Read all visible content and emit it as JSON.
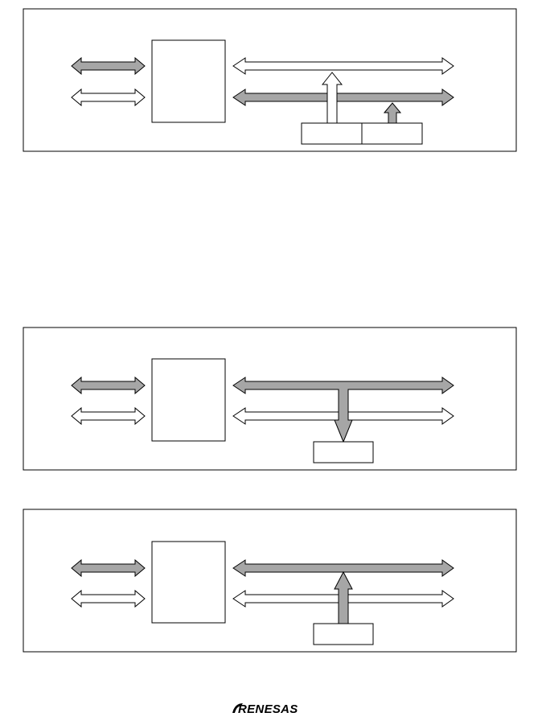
{
  "colors": {
    "background": "#ffffff",
    "stroke": "#000000",
    "bus_shaded": "#a6a6a6",
    "bus_open": "#ffffff"
  },
  "panels": [
    {
      "id": "panel-1",
      "left_buses": [
        "shaded",
        "open"
      ],
      "right_buses": [
        "open",
        "shaded"
      ],
      "transfers": [
        {
          "direction": "up",
          "style": "open",
          "target_bus": 0,
          "source_block": 0
        },
        {
          "direction": "up",
          "style": "shaded",
          "target_bus": 1,
          "source_block": 1
        }
      ],
      "blocks": [
        "",
        ""
      ]
    },
    {
      "id": "panel-2",
      "left_buses": [
        "shaded",
        "open"
      ],
      "right_buses": [
        "shaded",
        "open"
      ],
      "transfers": [
        {
          "direction": "down",
          "style": "shaded",
          "source_bus": 0,
          "target_block": 0
        }
      ],
      "blocks": [
        ""
      ]
    },
    {
      "id": "panel-3",
      "left_buses": [
        "shaded",
        "open"
      ],
      "right_buses": [
        "shaded",
        "open"
      ],
      "transfers": [
        {
          "direction": "up",
          "style": "shaded",
          "target_bus": 0,
          "source_block": 0
        }
      ],
      "blocks": [
        ""
      ]
    }
  ],
  "footer": {
    "logo_text": "RENESAS"
  }
}
